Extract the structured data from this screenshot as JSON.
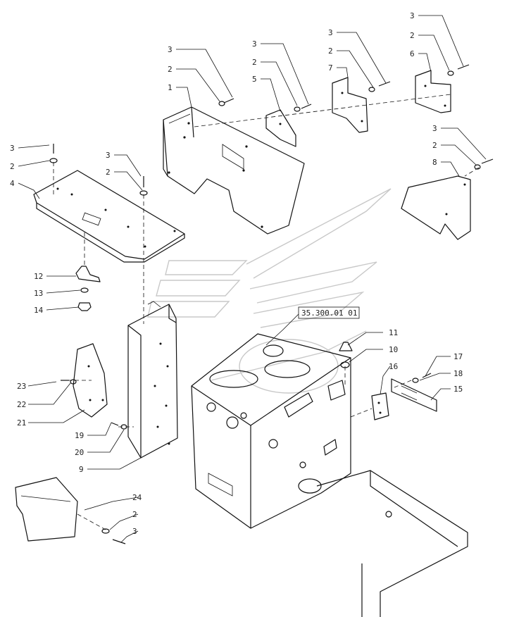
{
  "callouts": {
    "c1": "1",
    "c2": "2",
    "c3": "3",
    "c4": "4",
    "c5": "5",
    "c6": "6",
    "c7": "7",
    "c8": "8",
    "c9": "9",
    "c10": "10",
    "c11": "11",
    "c12": "12",
    "c13": "13",
    "c14": "14",
    "c15": "15",
    "c16": "16",
    "c17": "17",
    "c18": "18",
    "c19": "19",
    "c20": "20",
    "c21": "21",
    "c22": "22",
    "c23": "23",
    "c24": "24",
    "c2_top_left": "2",
    "c3_top_left": "3",
    "c2_mid_left": "2",
    "c3_mid_left": "3",
    "c2_center": "2",
    "c3_center": "3",
    "c2_center_right": "2",
    "c3_center_right": "3",
    "c2_top_right": "2",
    "c3_top_right": "3",
    "c2_right": "2",
    "c3_right": "3",
    "c2_far_left": "2",
    "c3_far_left": "3",
    "c2_bottom": "2",
    "c3_bottom": "3"
  },
  "reference": "35.300.01 01"
}
